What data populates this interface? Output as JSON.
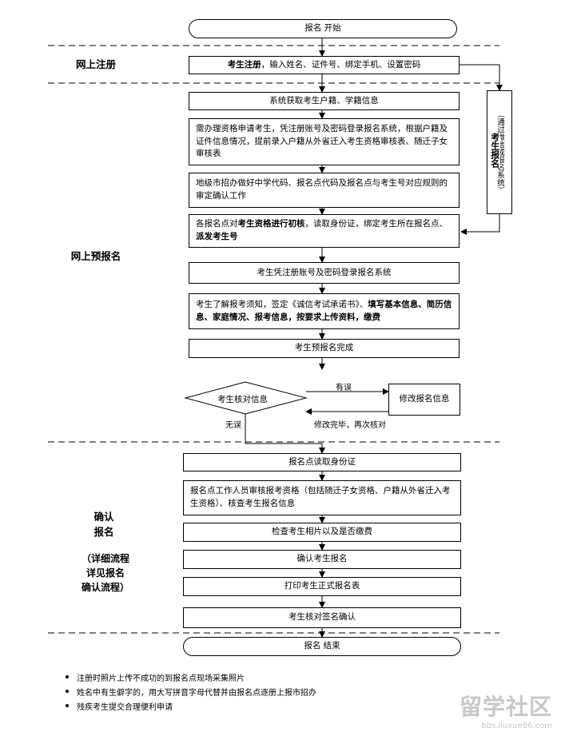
{
  "start": "报名 开始",
  "end": "报名 结束",
  "sections": {
    "register": "网上注册",
    "preregister": "网上预报名",
    "confirm": "确认\n报名",
    "confirm_note": "（详细流程\n详见报名\n确认流程）"
  },
  "steps": {
    "s1_bold": "考生注册",
    "s1_rest": "，输入姓名、证件号、绑定手机、设置密码",
    "s2": "系统获取考生户籍、学籍信息",
    "s3": "需办理资格申请考生，凭注册账号及密码登录报名系统，根据户籍及证件信息情况，提前录入户籍从外省迁入考生资格审核表、随迁子女审核表",
    "s4": "地级市招办做好中学代码、报名点代码及报名点与考生号对应规则的审定确认工作",
    "s5_a": "各报名点对",
    "s5_b": "考生资格进行初核",
    "s5_c": "，读取身份证，绑定考生所在报名点、",
    "s5_d": "派发考生号",
    "s6": "考生凭注册账号及密码登录报名系统",
    "s7_a": "考生了解报考须知，签定《诚信考试承诺书》、",
    "s7_b": "填写基本信息、简历信息、家庭情况、报考信息，按要求上传资料，缴费",
    "s8": "考生预报名完成",
    "decision": "考生核对信息",
    "modify": "修改报名信息",
    "c1": "报名点读取身份证",
    "c2": "报名点工作人员审核报考资格（包括随迁子女资格、户籍从外省迁入考生资格）、核查考生报名信息",
    "c3": "检查考生相片以及是否缴费",
    "c4": "确认考生报名",
    "c5": "打印考生正式报名表",
    "c6": "考生核对签名确认"
  },
  "side": {
    "paren_open": "（通过微信或报名系统）",
    "bold": "考生报名"
  },
  "labels": {
    "error": "有误",
    "ok": "无误",
    "recheck": "修改完毕，再次核对"
  },
  "notes": [
    "注册时照片上传不成功的到报名点现场采集照片",
    "姓名中有生僻字的，用大写拼音字母代替并由报名点逐册上报市招办",
    "残疾考生提交合理便利申请"
  ],
  "watermark": {
    "brand": "留学社区",
    "url": "bbs.liuxue86.com"
  }
}
